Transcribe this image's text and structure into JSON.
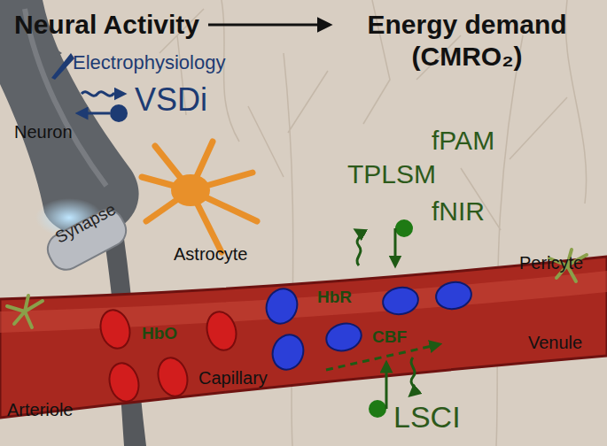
{
  "diagram": {
    "nodes": [
      {
        "text": [
          "Neural Activity"
        ]
      },
      {
        "text": [
          "Energy demand (CMRO₂)"
        ]
      }
    ],
    "edges": [
      {
        "from": 0,
        "to": 1,
        "arrow": "to"
      }
    ],
    "labels": [
      "Electrophysiology",
      "VSDi",
      "Neuron",
      "Synapse",
      "Astrocyte",
      "fPAM",
      "TPLSM",
      "fNIR",
      "HbO",
      "HbR",
      "CBF",
      "Pericyte",
      "Venule",
      "Capillary",
      "Arteriole",
      "LSCI"
    ]
  }
}
